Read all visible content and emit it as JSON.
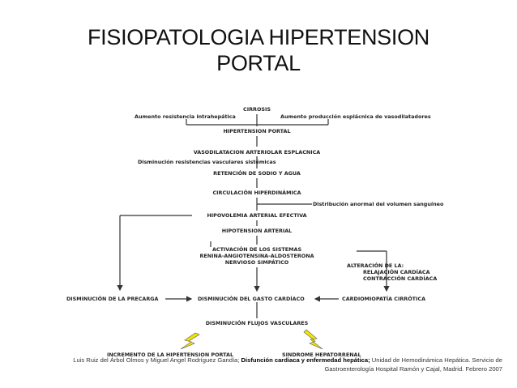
{
  "slide": {
    "title_line1": "FISIOPATOLOGIA HIPERTENSION",
    "title_line2": "PORTAL"
  },
  "diagram": {
    "cirrosis": "CIRROSIS",
    "aumento_resistencia": "Aumento resistencia intrahepática",
    "aumento_produccion": "Aumento producción esplácnica de vasodilatadores",
    "hipertension_portal": "HIPERTENSION PORTAL",
    "vasodilatacion": "VASODILATACION ARTERIOLAR ESPLACNICA",
    "disminucion_resistencias": "Disminución resistencias vasculares sistémicas",
    "retencion": "RETENCIÓN DE SODIO Y AGUA",
    "circulacion": "CIRCULACIÓN HIPERDINÁMICA",
    "distribucion": "Distribución anormal del volumen sanguíneo",
    "hipovolemia": "HIPOVOLEMIA ARTERIAL EFECTIVA",
    "hipotension": "HIPOTENSION ARTERIAL",
    "activacion_1": "ACTIVACIÓN DE LOS SISTEMAS",
    "activacion_2": "RENINA-ANGIOTENSINA-ALDOSTERONA",
    "activacion_3": "NERVIOSO SIMPÁTICO",
    "alteracion": "ALTERACIÓN DE LA:",
    "relajacion": "RELAJACIÓN CARDÍACA",
    "contraccion": "CONTRACCIÓN CARDÍACA",
    "precarga": "DISMINUCIÓN DE LA PRECARGA",
    "gasto": "DISMINUCIÓN DEL GASTO CARDÍACO",
    "cardiomiopatia": "CARDIOMIOPATÍA CIRRÓTICA",
    "flujos": "DISMINUCIÓN FLUJOS VASCULARES",
    "incremento": "INCREMENTO DE LA HIPERTENSION PORTAL",
    "sindrome": "SINDROME HEPATORRENAL",
    "lightning_color": "#f5e400"
  },
  "caption": {
    "authors": "Luis Ruiz del Árbol Olmos y Miguel Angel Rodríguez Gandía;",
    "article": "Disfunción cardiaca y enfermedad hepática;",
    "source": "Unidad de Hemodinámica Hepática. Servicio de Gastroenterología Hospital Ramón y Cajal, Madrid. Febrero 2007"
  }
}
